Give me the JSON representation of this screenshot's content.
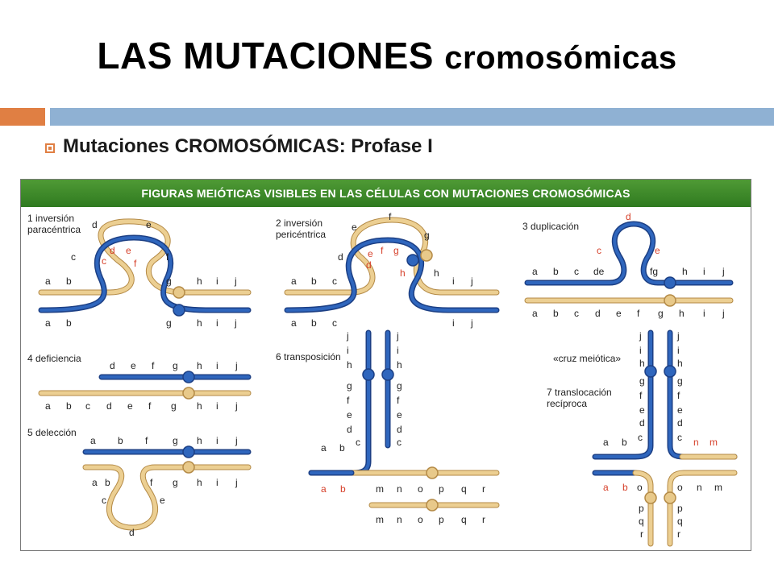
{
  "slide": {
    "title_main": "LAS MUTACIONES",
    "title_sub": "cromosómicas",
    "bullet": "Mutaciones CROMOSÓMICAS: Profase I"
  },
  "figure": {
    "header": "FIGURAS MEIÓTICAS VISIBLES EN LAS CÉLULAS CON MUTACIONES CROMOSÓMICAS",
    "colors": {
      "blue": "#2857a8",
      "tan": "#e8c98a",
      "red": "#d6402a",
      "header_green": "#3d8a2a"
    },
    "panels": {
      "p1": {
        "label1": "1 inversión",
        "label2": "paracéntrica"
      },
      "p2": {
        "label1": "2 inversión",
        "label2": "pericéntrica"
      },
      "p3": {
        "label1": "3 duplicación"
      },
      "p4": {
        "label1": "4 deficiencia"
      },
      "p5": {
        "label1": "5 delección"
      },
      "p6": {
        "label1": "6 transposición"
      },
      "p7": {
        "label1": "7 translocación",
        "label2": "recíproca",
        "note": "«cruz meiótica»"
      }
    }
  }
}
